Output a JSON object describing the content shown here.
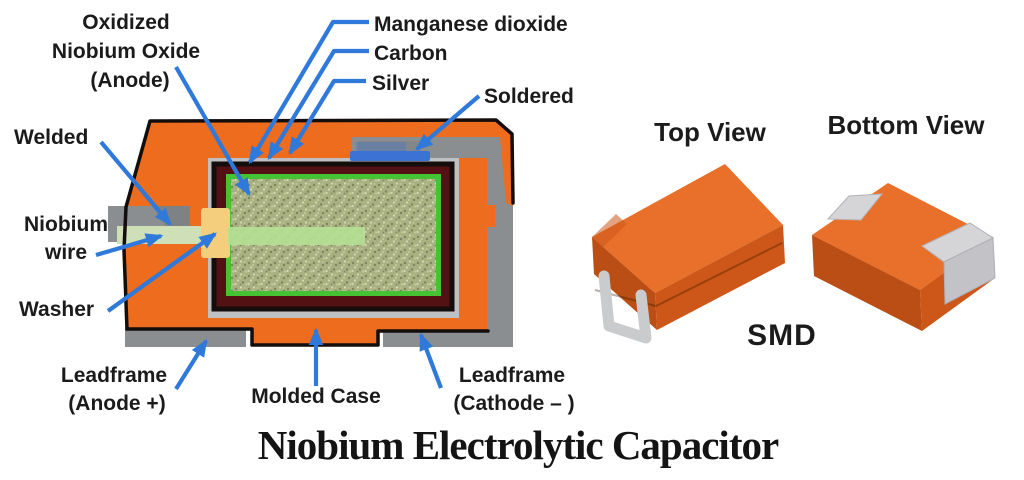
{
  "title": "Niobium Electrolytic Capacitor",
  "colors": {
    "background": "#FFFFFF",
    "label-ink": "#1B1B1B",
    "arrow-blue": "#2E79DA",
    "outline-black": "#130D0B",
    "case-orange": "#EE6C1D",
    "case-orange-top3d": "#E8702A",
    "case-orange-front3d": "#CC5718",
    "case-orange-side3d": "#BA4E15",
    "leadframe-gray": "#8B8E90",
    "leadframe-gray-dark": "#7B7E80",
    "silver-layer": "#BFC0C4",
    "carbon-maroon": "#541114",
    "manganese-green": "#46C235",
    "anode-base": "#A9B183",
    "anode-dot-dark": "#7D8560",
    "anode-dot-light": "#D6D9B5",
    "anode-dot-cream": "#C2C996",
    "washer-yellow": "#F4CE7C",
    "wire-outer": "#CFE0B8",
    "wire-inner": "#B5E093",
    "solder-blue": "#3D72D5",
    "pad-silver": "#D5D5D8",
    "pad-silver-dark": "#C3C3C7",
    "clip-silver": "#C9CBCD"
  },
  "diagram": {
    "labels": {
      "oxidized_line1": "Oxidized",
      "oxidized_line2": "Niobium Oxide",
      "oxidized_line3": "(Anode)",
      "manganese": "Manganese dioxide",
      "carbon": "Carbon",
      "silver": "Silver",
      "soldered": "Soldered",
      "welded": "Welded",
      "niobium_wire_line1": "Niobium",
      "niobium_wire_line2": "wire",
      "washer": "Washer",
      "leadframe_anode_line1": "Leadframe",
      "leadframe_anode_line2": "(Anode +)",
      "molded_case": "Molded Case",
      "leadframe_cathode_line1": "Leadframe",
      "leadframe_cathode_line2": "(Cathode – )"
    }
  },
  "views": {
    "top_label": "Top View",
    "bottom_label": "Bottom View",
    "smd_label": "SMD"
  }
}
